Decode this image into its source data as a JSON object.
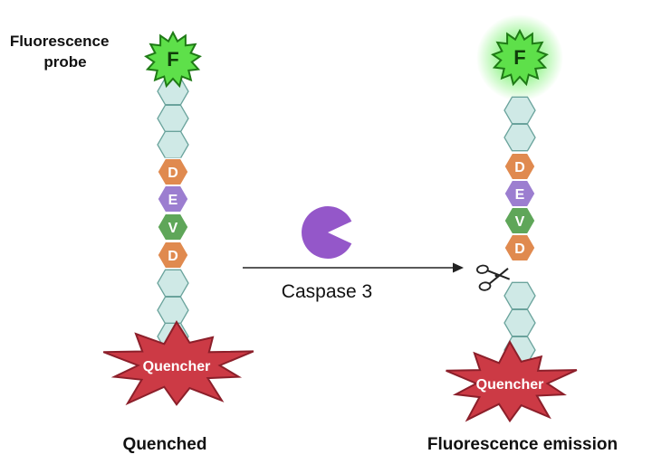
{
  "probe_label": "Fluorescence\nprobe",
  "fluor_letter": "F",
  "quencher_label": "Quencher",
  "enzyme_label": "Caspase 3",
  "left_caption": "Quenched",
  "right_caption": "Fluorescence emission",
  "peptide": [
    "D",
    "E",
    "V",
    "D"
  ],
  "colors": {
    "linker_fill": "#cfe9e6",
    "linker_stroke": "#6aa39c",
    "D": "#e08a4f",
    "E": "#9c7ed0",
    "V": "#5fa659",
    "fluor_fill": "#5ee04a",
    "fluor_stroke": "#1f7a16",
    "glow": "#6cf061",
    "quencher_fill": "#cc3a45",
    "quencher_stroke": "#8c1f2a",
    "enzyme": "#9457c9",
    "arrow": "#222222"
  },
  "icons": [
    "star-burst-icon",
    "pacman-enzyme-icon",
    "scissors-icon",
    "arrow-icon"
  ]
}
